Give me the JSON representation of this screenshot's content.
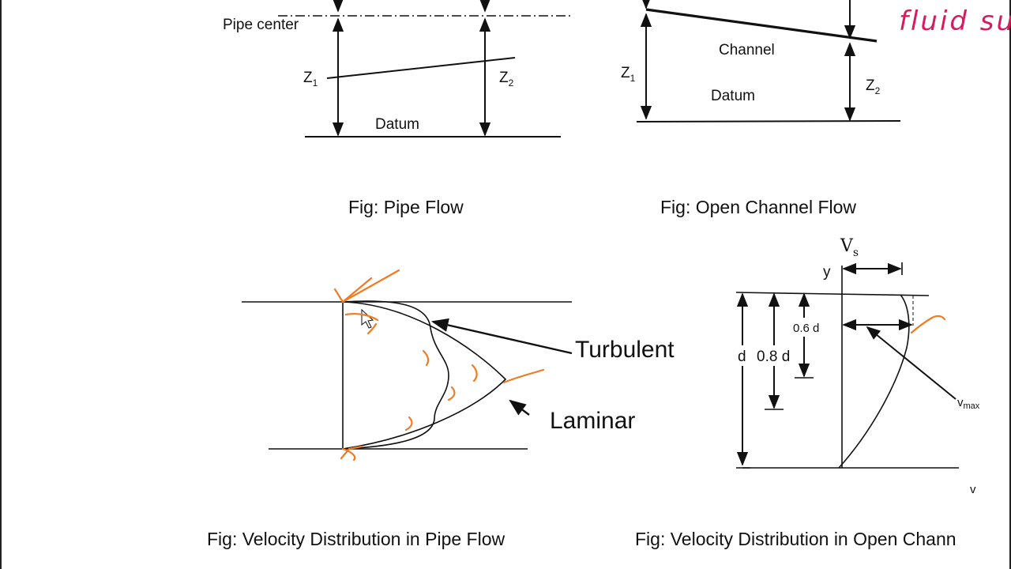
{
  "pipe_flow": {
    "pipe_center_label": "Pipe center",
    "z1": "Z",
    "z1_sub": "1",
    "z2": "Z",
    "z2_sub": "2",
    "datum_label": "Datum",
    "caption": "Fig: Pipe Flow"
  },
  "open_channel_flow": {
    "channel_label": "Channel",
    "datum_label": "Datum",
    "z1": "Z",
    "z1_sub": "1",
    "z2": "Z",
    "z2_sub": "2",
    "caption": "Fig: Open Channel Flow",
    "handwriting": "fluid su"
  },
  "pipe_velocity": {
    "turbulent_label": "Turbulent",
    "laminar_label": "Laminar",
    "caption": "Fig: Velocity Distribution in Pipe Flow"
  },
  "channel_velocity": {
    "vs_label": "V",
    "vs_sub": "s",
    "y_label": "y",
    "v_label": "v",
    "d_label": "d",
    "d08_label": "0.8 d",
    "d06_label": "0.6 d",
    "vmax_label": "v",
    "vmax_sub": "max",
    "caption": "Fig: Velocity Distribution in Open Chann"
  },
  "colors": {
    "ink": "#f07b22",
    "handwriting": "#d81b60",
    "lines": "#111111"
  }
}
